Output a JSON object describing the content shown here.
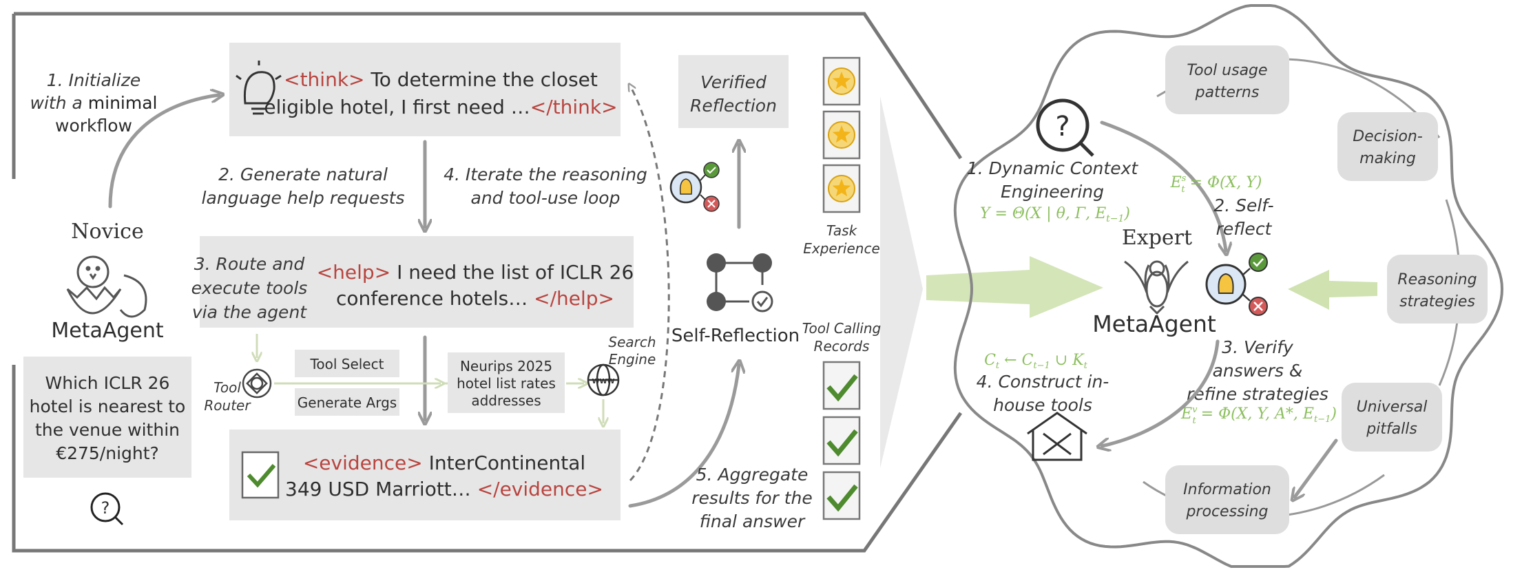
{
  "left": {
    "step1": [
      "1. Initialize",
      "with a ",
      "minimal",
      "workflow"
    ],
    "novice": "Novice",
    "meta_agent": "MetaAgent",
    "question": [
      "Which ICLR 26",
      "hotel is nearest to",
      "the venue within",
      "€275/night?"
    ],
    "think_box": {
      "open": "<think>",
      "line1": " To determine the closet",
      "line2": "eligible hotel, I first need …",
      "close": "</think>"
    },
    "step2": [
      "2. Generate natural",
      "language help requests"
    ],
    "step4": [
      "4. Iterate the reasoning",
      "and tool-use loop"
    ],
    "step3": [
      "3. Route and",
      "execute tools",
      "via the agent"
    ],
    "help_box": {
      "open": "<help>",
      "line1": " I need the list of ICLR 26",
      "line2": "conference hotels… ",
      "close": "</help>"
    },
    "tool_router": [
      "Tool",
      "Router"
    ],
    "tool_select": "Tool Select",
    "generate_args": "Generate Args",
    "neurips_box": [
      "Neurips 2025",
      "hotel list rates",
      "addresses"
    ],
    "search_engine": [
      "Search",
      "Engine"
    ],
    "evidence_box": {
      "open": "<evidence>",
      "line1": " InterContinental",
      "line2": "349 USD Marriott… ",
      "close": "</evidence>"
    },
    "verified": [
      "Verified",
      "Reflection"
    ],
    "self_reflection": "Self-Reflection",
    "step5": [
      "5. Aggregate",
      "results for the",
      "final answer"
    ],
    "task_experience": [
      "Task",
      "Experience"
    ],
    "tool_calling": [
      "Tool Calling",
      "Records"
    ]
  },
  "right": {
    "dce": [
      "1. Dynamic Context",
      "Engineering"
    ],
    "dce_formula": "Y = Θ(X | θ, Γ, E",
    "dce_sub": "t−1",
    "es_formula": [
      "E",
      "s",
      "t",
      " = Φ(X, Y)"
    ],
    "self_reflect": [
      "2. Self-",
      "reflect"
    ],
    "expert": "Expert",
    "meta_agent": "MetaAgent",
    "ct_formula": "C",
    "ct_rest": " ← C",
    "ct_sub2": "t−1",
    "ct_tail": " ∪ K",
    "construct": [
      "4. Construct in-",
      "house tools"
    ],
    "verify": [
      "3. Verify",
      "answers &",
      "refine strategies"
    ],
    "ev_formula": " = Φ(X, Y, A*, E",
    "pills": {
      "tool_usage": [
        "Tool usage",
        "patterns"
      ],
      "decision": [
        "Decision-",
        "making"
      ],
      "reasoning": [
        "Reasoning",
        "strategies"
      ],
      "pitfalls": [
        "Universal",
        "pitfalls"
      ],
      "info": [
        "Information",
        "processing"
      ]
    }
  },
  "colors": {
    "red": "#b8443f",
    "green": "#8cbf5e",
    "gray_box": "#e6e6e6",
    "star": "#f2b418",
    "check": "#4e8a2e"
  }
}
